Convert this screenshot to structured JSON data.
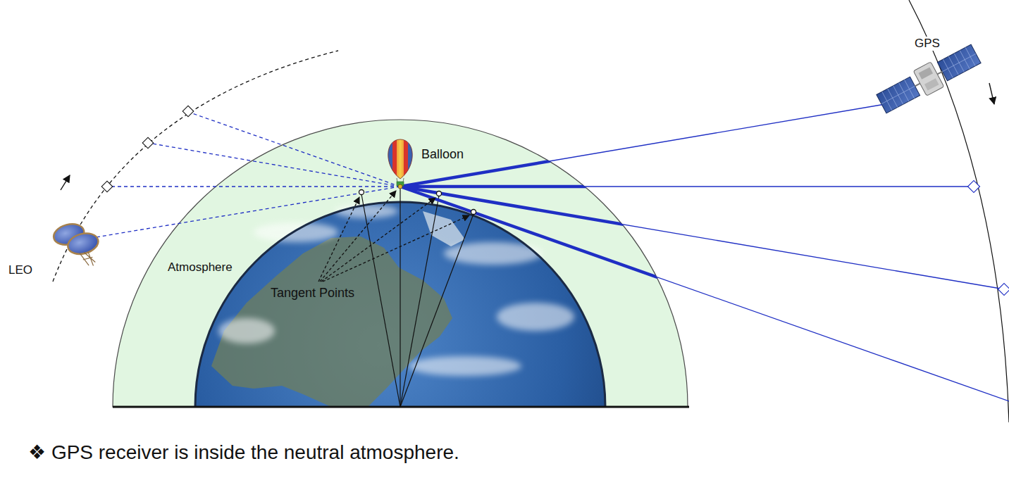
{
  "diagram": {
    "labels": [
      "GPS",
      "Balloon",
      "Atmosphere",
      "LEO",
      "Tangent Points",
      "❖ GPS receiver is inside the neutral atmosphere."
    ]
  }
}
